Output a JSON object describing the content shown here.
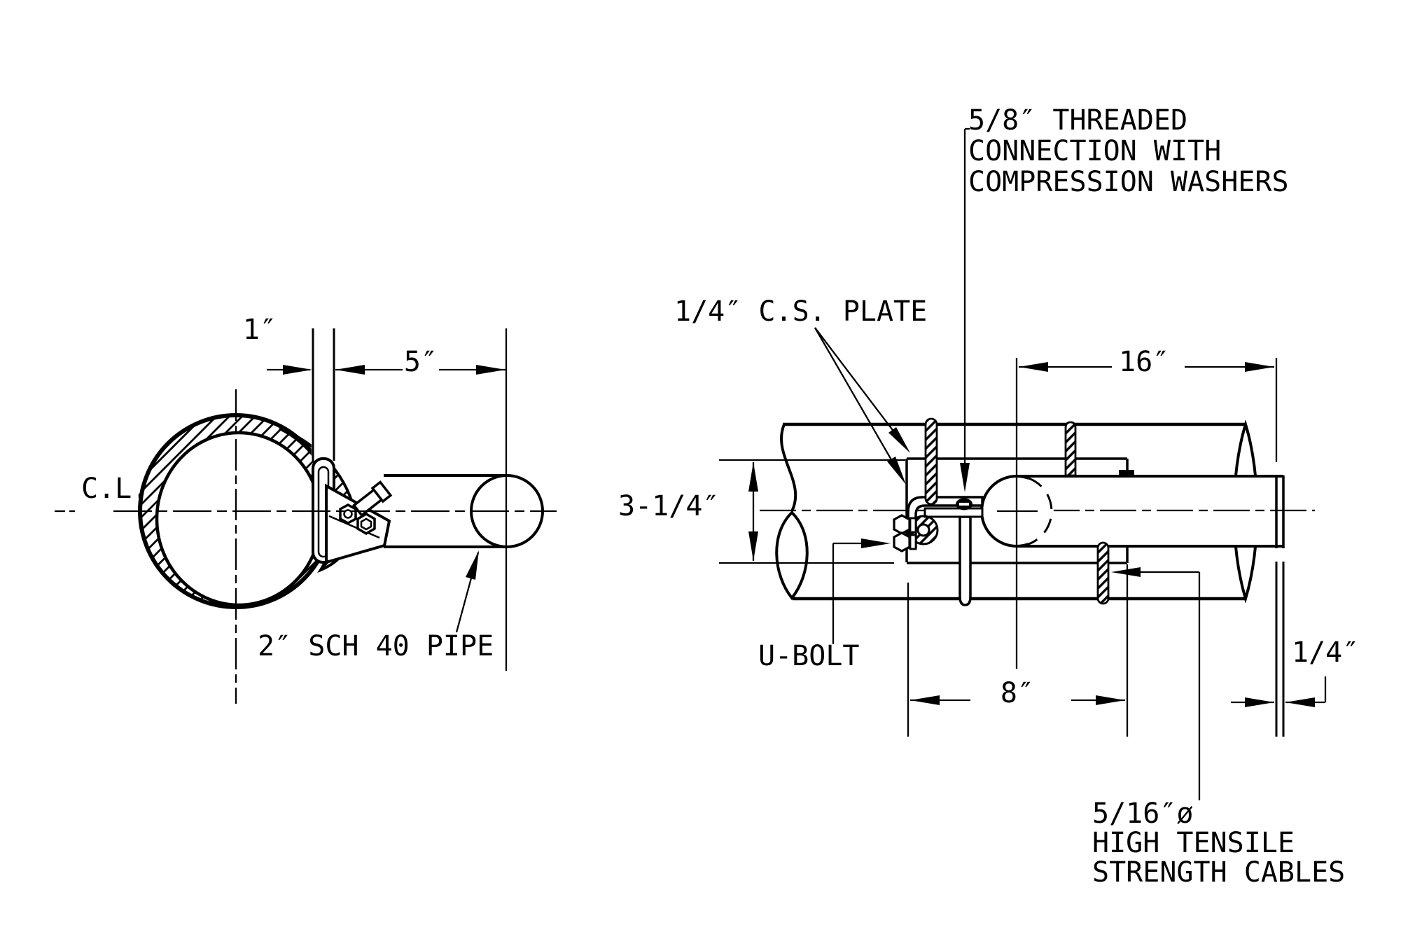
{
  "drawing": {
    "title_implicit": "pipe clamp assembly detail",
    "colors": {
      "line": "#000000",
      "background": "#ffffff"
    },
    "left_view": {
      "center_line_label": "C.L.",
      "dim_offset": "1″",
      "dim_length": "5″",
      "pipe_label": "2″ SCH 40 PIPE"
    },
    "right_view": {
      "threaded_callout": [
        "5/8″ THREADED",
        "CONNECTION WITH",
        "COMPRESSION WASHERS"
      ],
      "plate_callout": "1/4″ C.S. PLATE",
      "height_dim": "3-1/4″",
      "ubolt_label": "U-BOLT",
      "length_dim": "16″",
      "plate_width_dim": "8″",
      "end_thickness_dim": "1/4″",
      "cable_callout": [
        "5/16″ø",
        "HIGH TENSILE",
        "STRENGTH CABLES"
      ]
    }
  }
}
